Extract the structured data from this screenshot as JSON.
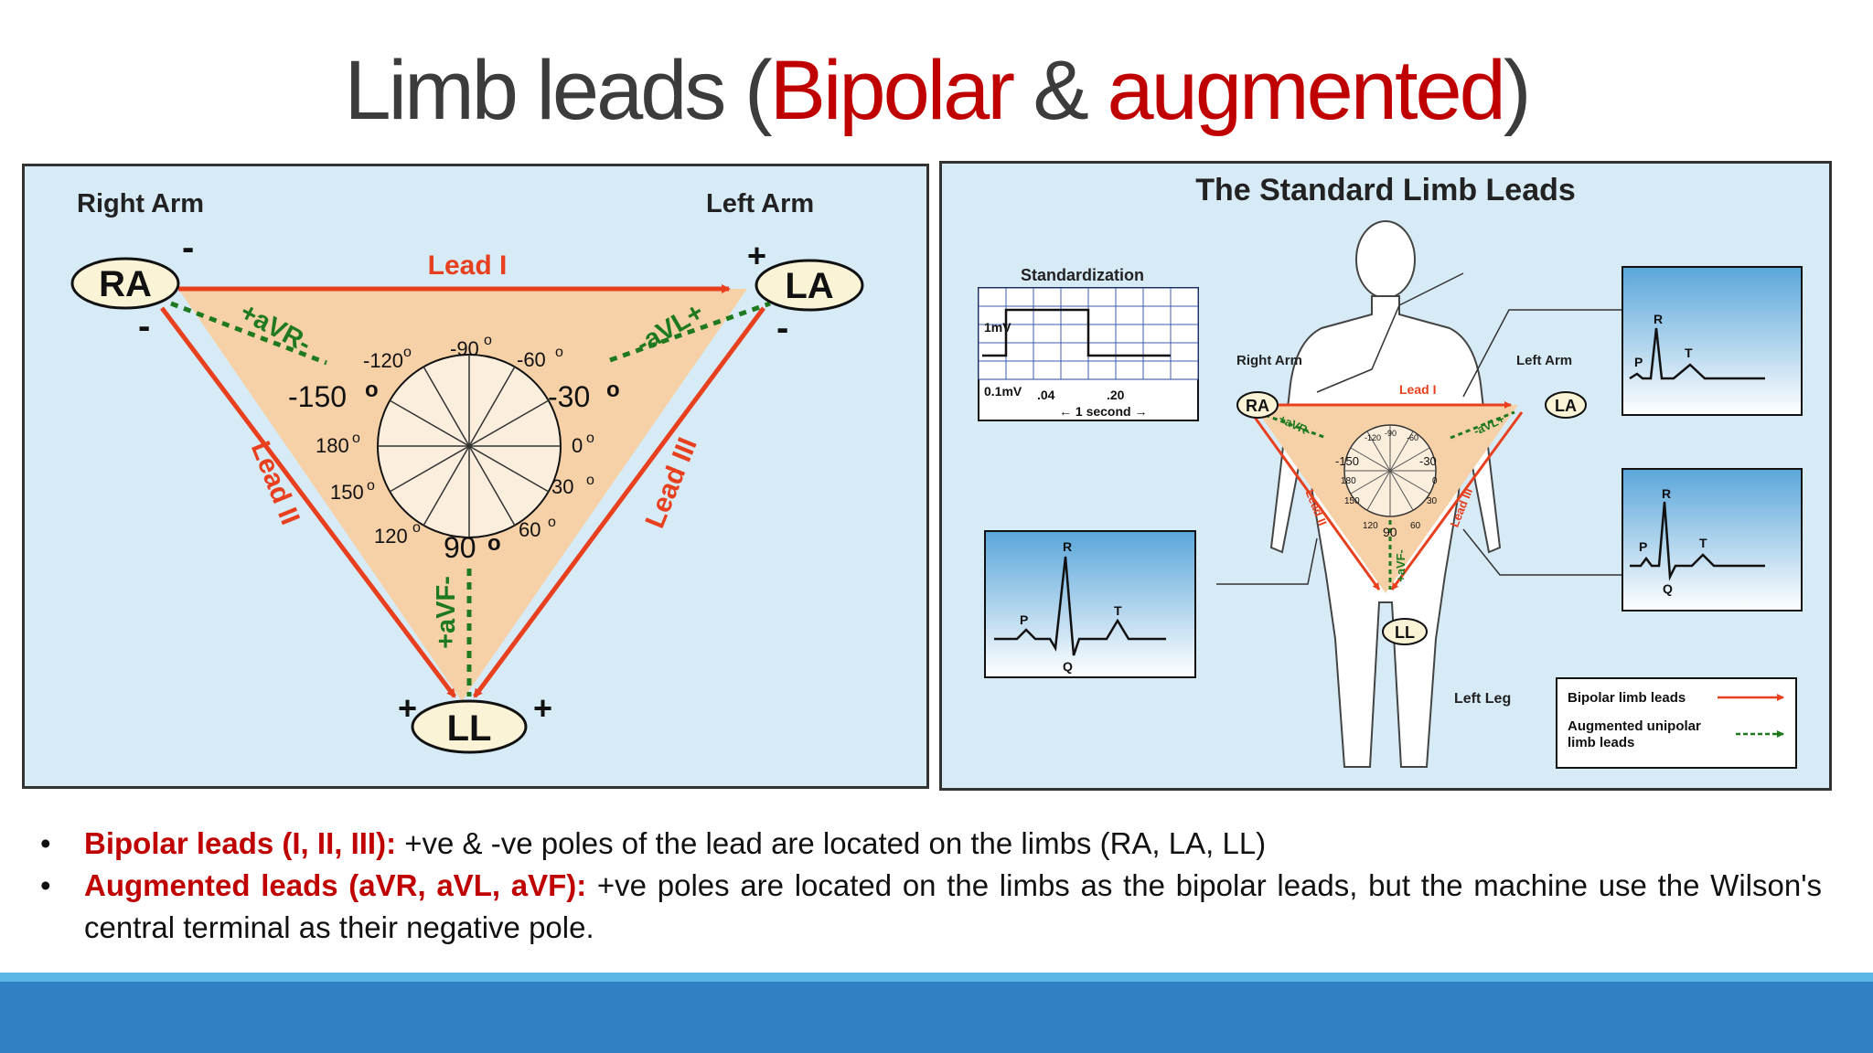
{
  "title": {
    "part1": "Limb leads (",
    "part2": "Bipolar",
    "part3": " & ",
    "part4": "augmented",
    "part5": ")"
  },
  "left_diagram": {
    "right_arm_label": "Right Arm",
    "left_arm_label": "Left Arm",
    "ra": "RA",
    "la": "LA",
    "ll": "LL",
    "lead_i": "Lead I",
    "lead_ii": "Lead II",
    "lead_iii": "Lead III",
    "avr": "+aVR-",
    "avl": "-aVL+",
    "avf": "+aVF-",
    "minus": "-",
    "plus": "+",
    "angles": {
      "a_m120": "-120",
      "a_m90": "-90",
      "a_m60": "-60",
      "a_m150": "-150",
      "a_m30": "-30",
      "a_180": "180",
      "a_0": "0",
      "a_150": "150",
      "a_30": "30",
      "a_120": "120",
      "a_90": "90",
      "a_60": "60"
    },
    "degree": "o"
  },
  "right_diagram": {
    "title": "The Standard Limb Leads",
    "standardization": "Standardization",
    "one_mv": "1mV",
    "point1_mv": "0.1mV",
    "t04": ".04",
    "t20": ".20",
    "one_second": "← 1 second →",
    "right_arm": "Right Arm",
    "left_arm": "Left Arm",
    "left_leg": "Left Leg",
    "ra": "RA",
    "la": "LA",
    "ll": "LL",
    "lead_i": "Lead I",
    "lead_ii": "Lead II",
    "lead_iii": "Lead III",
    "avr": "+aVR-",
    "avl": "-aVL+",
    "avf": "+aVF-",
    "small_angles": {
      "a_m150": "-150",
      "a_m30": "-30",
      "a_180": "180",
      "a_0": "0",
      "a_150": "150",
      "a_30": "30",
      "a_120": "120",
      "a_90": "90",
      "a_60": "60",
      "a_m120": "-120",
      "a_m90": "-90",
      "a_m60": "-60"
    },
    "wave_labels": {
      "p": "P",
      "q": "Q",
      "r": "R",
      "t": "T"
    },
    "legend_bipolar": "Bipolar limb leads",
    "legend_augmented_1": "Augmented unipolar",
    "legend_augmented_2": "limb leads"
  },
  "bullets": [
    {
      "bold": "Bipolar leads (I, II, III):",
      "text": " +ve & -ve poles of the lead are located on the limbs (RA, LA, LL)"
    },
    {
      "bold": "Augmented leads (aVR, aVL, aVF):",
      "text": " +ve poles are located on the limbs as the bipolar leads, but the machine use the Wilson's central terminal as their negative pole."
    }
  ],
  "bullet_symbol": "•",
  "colors": {
    "title_gray": "#3c3c3c",
    "accent_red": "#c00000",
    "lead_red": "#e8401f",
    "augmented_green": "#1f7a1f",
    "panel_blue": "#d7ebf7",
    "triangle_fill": "#f6d1a7",
    "footer_blue": "#2f81c4",
    "footer_line": "#5bb6e6"
  }
}
